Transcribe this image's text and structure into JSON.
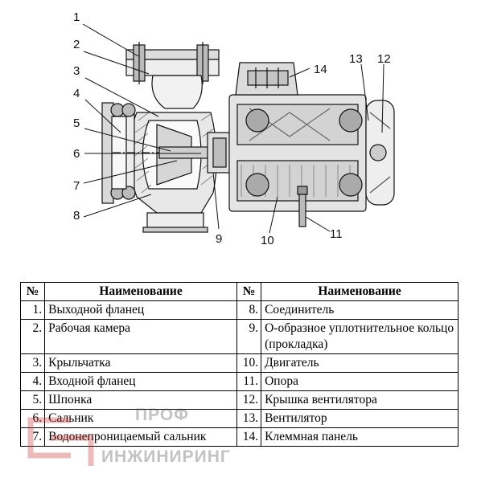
{
  "drawing": {
    "callouts": [
      "1",
      "2",
      "3",
      "4",
      "5",
      "6",
      "7",
      "8",
      "9",
      "10",
      "11",
      "12",
      "13",
      "14"
    ]
  },
  "table": {
    "headers": {
      "num": "№",
      "name": "Наименование"
    },
    "rows": [
      {
        "n1": "1.",
        "name1": "Выходной фланец",
        "n2": "8.",
        "name2": "Соединитель"
      },
      {
        "n1": "2.",
        "name1": "Рабочая камера",
        "n2": "9.",
        "name2": "О-образное уплотнительное кольцо (прокладка)"
      },
      {
        "n1": "3.",
        "name1": "Крыльчатка",
        "n2": "10.",
        "name2": "Двигатель"
      },
      {
        "n1": "4.",
        "name1": "Входной фланец",
        "n2": "11.",
        "name2": "Опора"
      },
      {
        "n1": "5.",
        "name1": "Шпонка",
        "n2": "12.",
        "name2": "Крышка вентилятора"
      },
      {
        "n1": "6.",
        "name1": "Сальник",
        "n2": "13.",
        "name2": "Вентилятор"
      },
      {
        "n1": "7.",
        "name1": "Водонепроницаемый сальник",
        "n2": "14.",
        "name2": "Клеммная панель"
      }
    ]
  },
  "watermark": {
    "line1": "ПРОФ",
    "line2": "ИНЖИНИРИНГ",
    "logo": "ps-logo"
  }
}
